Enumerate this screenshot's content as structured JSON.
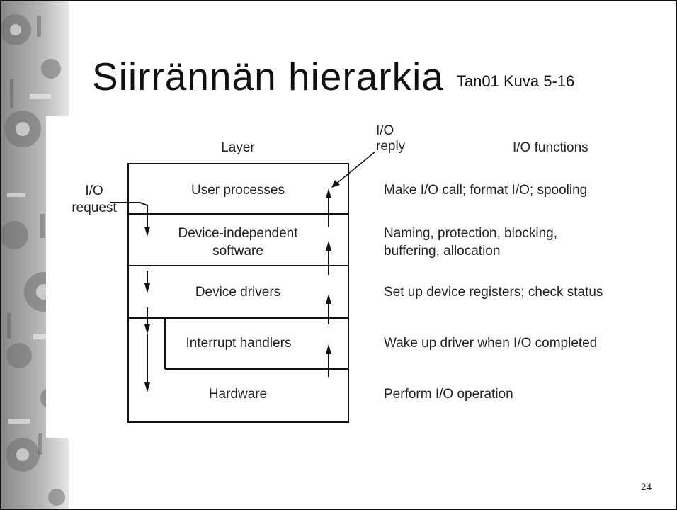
{
  "slide": {
    "title": "Siirrännän hierarkia",
    "subtitle": "Tan01 Kuva 5-16",
    "page_number": "24"
  },
  "diagram": {
    "header_layer": "Layer",
    "header_reply": [
      "I/O",
      "reply"
    ],
    "header_functions": "I/O functions",
    "request_label": [
      "I/O",
      "request"
    ],
    "layers": [
      {
        "name": [
          "User processes"
        ],
        "function": [
          "Make I/O call; format I/O; spooling"
        ]
      },
      {
        "name": [
          "Device-independent",
          "software"
        ],
        "function": [
          "Naming, protection, blocking,",
          "buffering, allocation"
        ]
      },
      {
        "name": [
          "Device drivers"
        ],
        "function": [
          "Set up device registers; check status"
        ]
      },
      {
        "name": [
          "Interrupt handlers"
        ],
        "function": [
          "Wake up driver when I/O completed"
        ]
      },
      {
        "name": [
          "Hardware"
        ],
        "function": [
          "Perform I/O operation"
        ]
      }
    ]
  },
  "colors": {
    "line": "#111111",
    "text": "#222222",
    "background": "#ffffff",
    "texture": "#8a8a8a"
  }
}
